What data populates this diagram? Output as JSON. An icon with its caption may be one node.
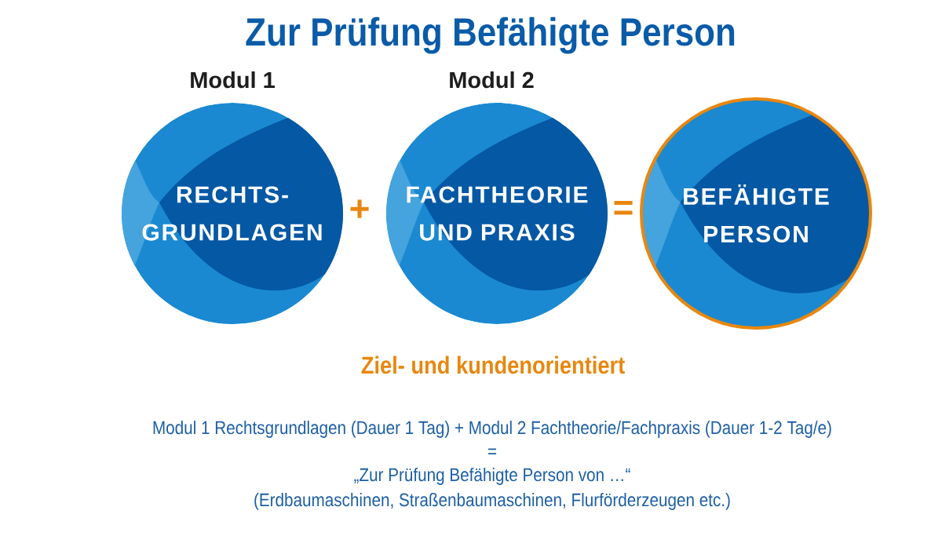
{
  "diagram": {
    "title": "Zur Prüfung Befähigte Person",
    "nodes": [
      {
        "text": [
          "Modul 1",
          "RECHTS- GRUNDLAGEN"
        ]
      },
      {
        "text": [
          "Modul 2",
          "FACHTHEORIE UND PRAXIS"
        ]
      },
      {
        "text": [
          "BEFÄHIGTE PERSON"
        ]
      }
    ],
    "labels": [
      "+",
      "=",
      "Ziel- und kundenorientiert",
      "Modul 1 Rechtsgrundlagen (Dauer 1 Tag) + Modul 2 Fachtheorie/Fachpraxis (Dauer 1-2 Tag/e)",
      "=",
      "„Zur Prüfung Befähigte Person von …“",
      "(Erdbaumaschinen, Straßenbaumaschinen, Flurförderzeugen etc.)"
    ]
  }
}
